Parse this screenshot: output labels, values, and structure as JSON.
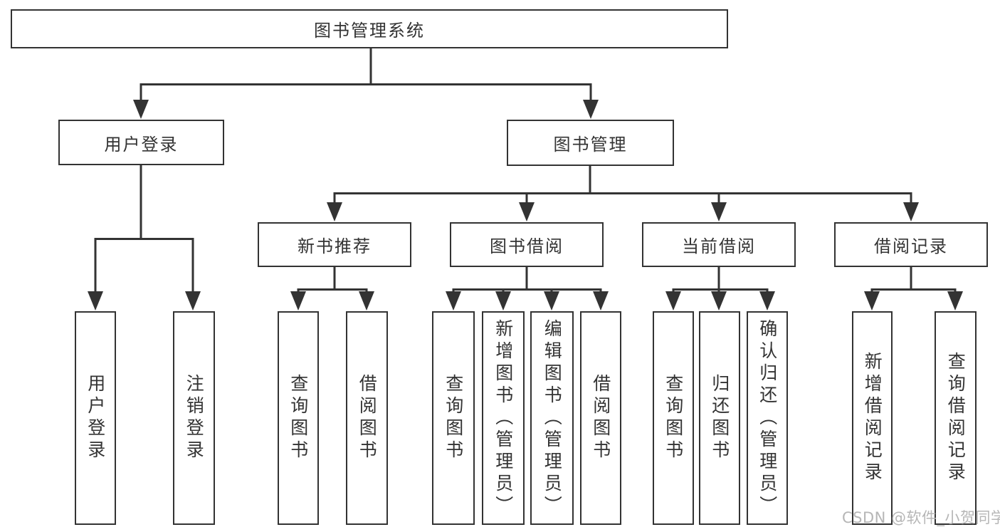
{
  "diagram_title": "图书管理系统",
  "watermark": "CSDN @软件_小贺同学",
  "colors": {
    "line": "#333333",
    "text": "#333333",
    "box_background": "#ffffff",
    "page_background": "#ffffff",
    "watermark": "#b2b2b2"
  },
  "tree": {
    "label": "图书管理系统",
    "children": [
      {
        "label": "用户登录",
        "children": [
          {
            "label": "用户登录"
          },
          {
            "label": "注销登录"
          }
        ]
      },
      {
        "label": "图书管理",
        "children": [
          {
            "label": "新书推荐",
            "children": [
              {
                "label": "查询图书"
              },
              {
                "label": "借阅图书"
              }
            ]
          },
          {
            "label": "图书借阅",
            "children": [
              {
                "label": "查询图书"
              },
              {
                "label": "新增图书（管理员）"
              },
              {
                "label": "编辑图书（管理员）"
              },
              {
                "label": "借阅图书"
              }
            ]
          },
          {
            "label": "当前借阅",
            "children": [
              {
                "label": "查询图书"
              },
              {
                "label": "归还图书"
              },
              {
                "label": "确认归还（管理员）"
              }
            ]
          },
          {
            "label": "借阅记录",
            "children": [
              {
                "label": "新增借阅记录"
              },
              {
                "label": "查询借阅记录"
              }
            ]
          }
        ]
      }
    ]
  }
}
